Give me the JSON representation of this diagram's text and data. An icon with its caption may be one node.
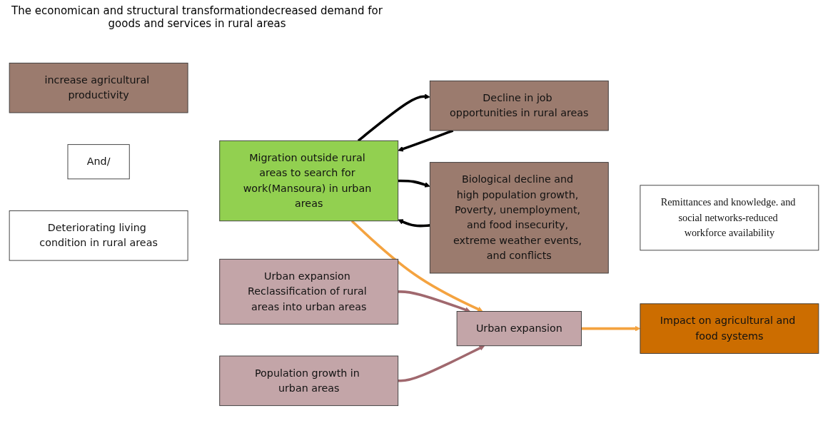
{
  "diagram": {
    "nodes": [
      {
        "text": [
          "increase agricultural productivity"
        ]
      },
      {
        "text": [
          "Decline in job opportunities in rural areas"
        ]
      },
      {
        "text": [
          "And/"
        ]
      },
      {
        "text": [
          "Deteriorating living condition in rural areas"
        ]
      },
      {
        "text": [
          "Biological decline and high population growth, Poverty, unemployment, and food insecurity, extreme weather events, and conflicts"
        ]
      },
      {
        "text": [
          "Migration outside rural areas to search for work(Mansoura) in urban areas"
        ]
      },
      {
        "text": [
          "Remittances and knowledge. and social networks-reduced workforce availability"
        ]
      },
      {
        "text": [
          "Urban expansion Reclassification of rural areas into urban areas"
        ]
      },
      {
        "text": [
          "Urban expansion"
        ]
      },
      {
        "text": [
          "Population growth in urban areas"
        ]
      },
      {
        "text": [
          "Impact on agricultural and food systems"
        ]
      }
    ],
    "edges": [
      {
        "from": 1,
        "to": 5,
        "arrow": "to"
      },
      {
        "from": 5,
        "to": 1,
        "arrow": "to"
      },
      {
        "from": 4,
        "to": 5,
        "arrow": "to"
      },
      {
        "from": 5,
        "to": 4,
        "arrow": "to"
      },
      {
        "from": 5,
        "to": 8,
        "arrow": "to",
        "color": "#f4a340"
      },
      {
        "from": 7,
        "to": 8,
        "arrow": "to",
        "color": "#a0686e"
      },
      {
        "from": 9,
        "to": 8,
        "arrow": "to",
        "color": "#a0686e"
      },
      {
        "from": 8,
        "to": 10,
        "arrow": "to",
        "color": "#f4a340"
      }
    ],
    "labels": [
      "The economican and structural transformationdecreased demand for goods and services in rural areas"
    ]
  }
}
